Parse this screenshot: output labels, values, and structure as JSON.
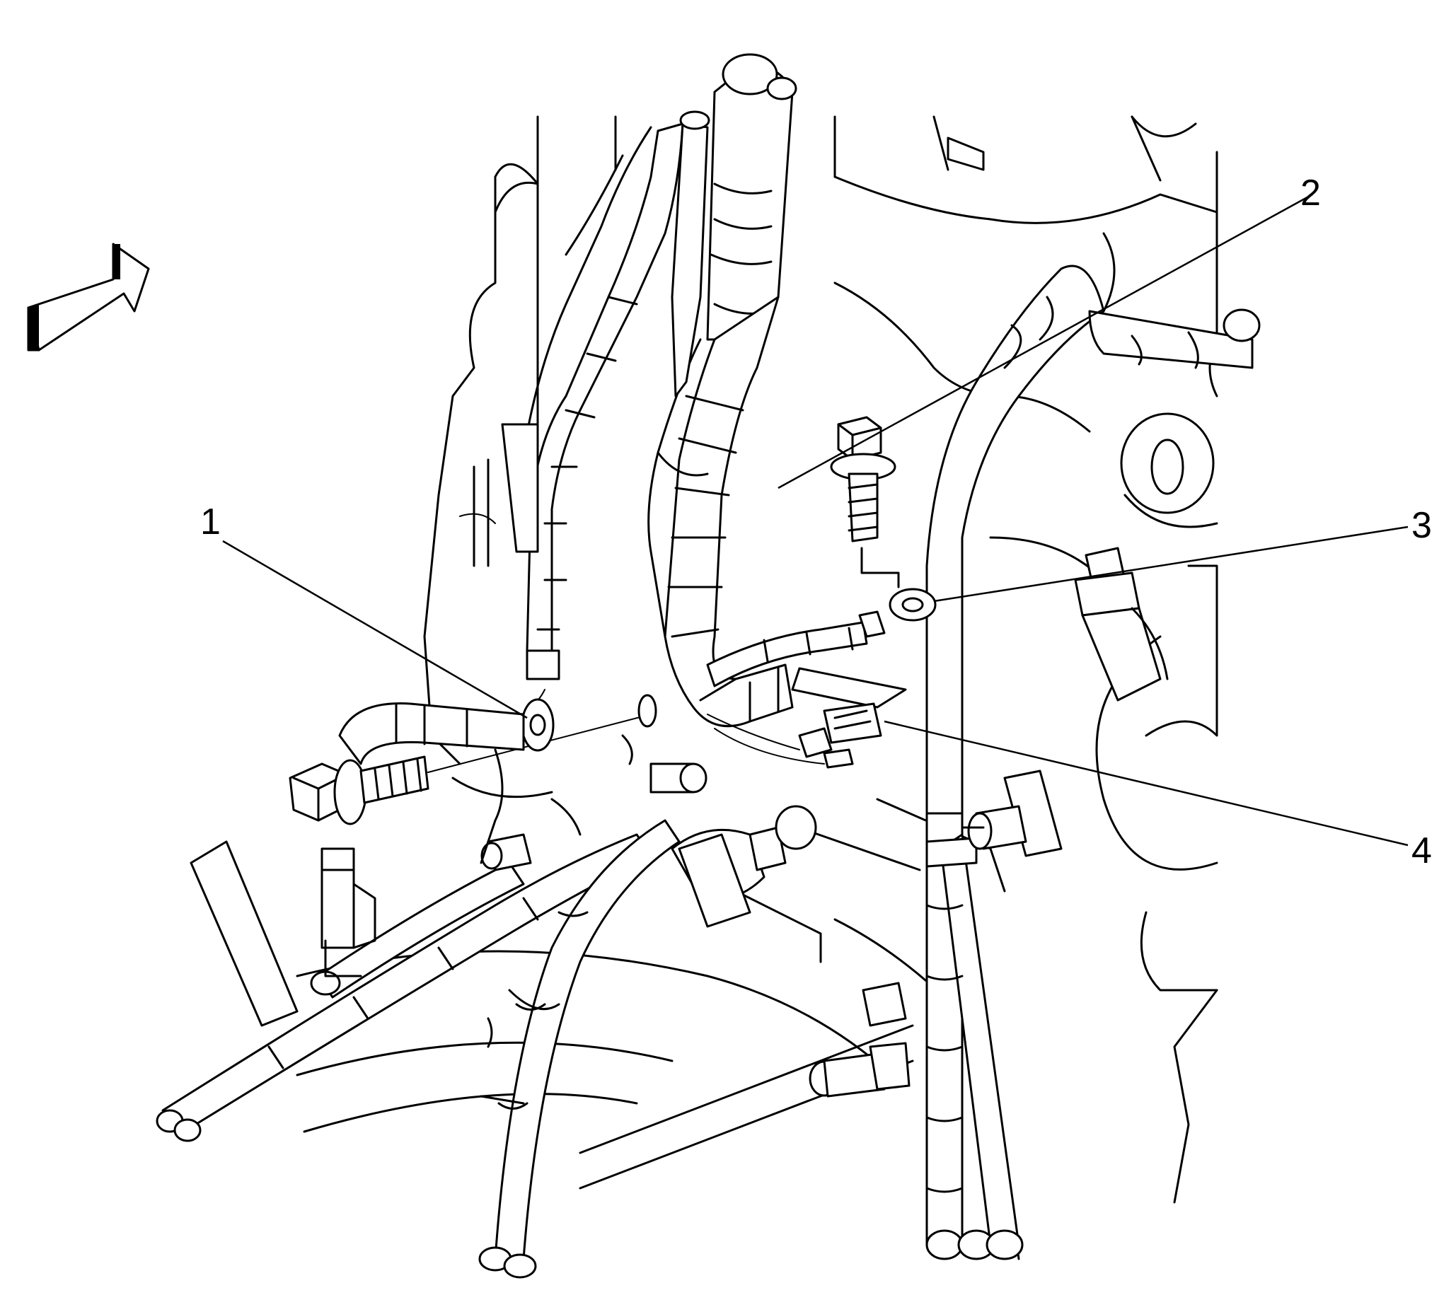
{
  "callouts": [
    {
      "id": "1",
      "label": "1"
    },
    {
      "id": "2",
      "label": "2"
    },
    {
      "id": "3",
      "label": "3"
    },
    {
      "id": "4",
      "label": "4"
    }
  ],
  "icons": {
    "view_direction": "direction-arrow-icon"
  }
}
